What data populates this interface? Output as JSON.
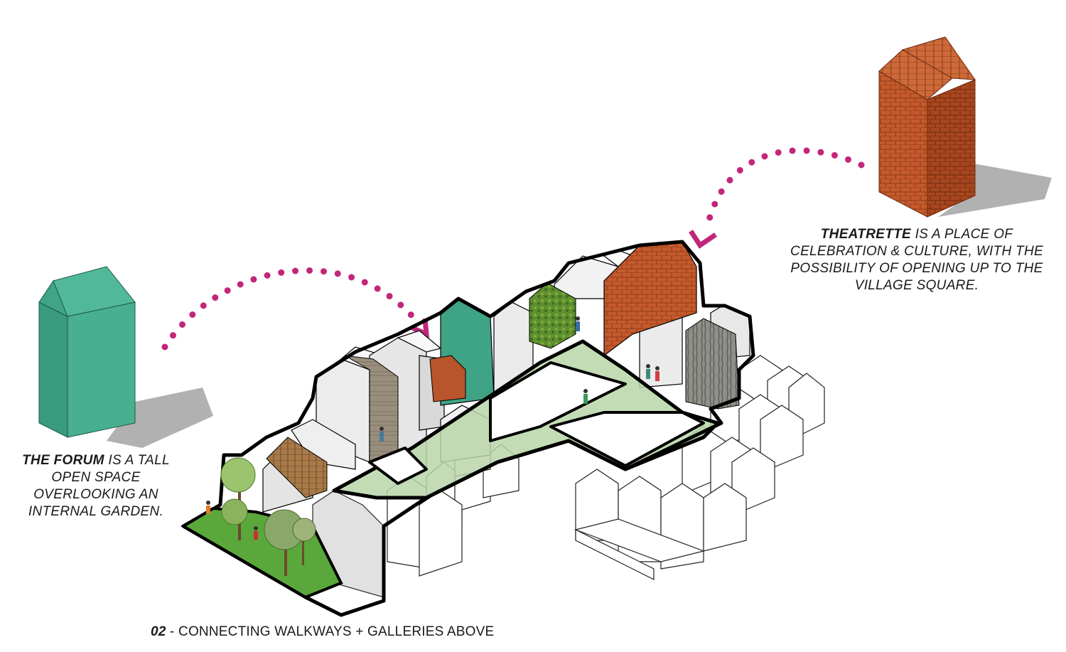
{
  "forum_caption": {
    "bold": "THE FORUM",
    "text": " IS A TALL OPEN SPACE OVERLOOKING AN INTERNAL GARDEN."
  },
  "theatrette_caption": {
    "bold": "THEATRETTE",
    "text": " IS A PLACE OF CELEBRATION & CULTURE, WITH THE POSSIBILITY OF OPENING UP TO THE VILLAGE SQUARE."
  },
  "diagram_title": {
    "number": "02",
    "text": " - CONNECTING WALKWAYS + GALLERIES ABOVE"
  },
  "colors": {
    "forum_green": "#3fa386",
    "theatrette_orange": "#c0562b",
    "walkway_green": "#b9d6a8",
    "arrow_magenta": "#c2267a",
    "garden_green": "#5aa83c",
    "outline": "#000000"
  }
}
